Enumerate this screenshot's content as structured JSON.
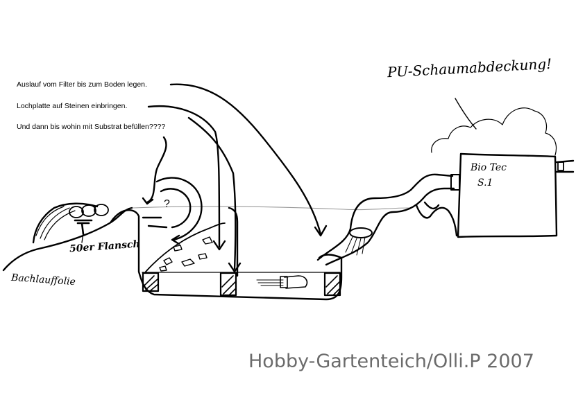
{
  "notes": {
    "outlet": "Auslauf vom Filter bis zum Boden legen.",
    "plate": "Lochplatte auf Steinen einbringen.",
    "substrate": "Und dann bis wohin mit Substrat befüllen????"
  },
  "labels": {
    "foam": "PU-Schaumabdeckung!",
    "biotec_line1": "Bio Tec",
    "biotec_line2": "S.1",
    "flansch": "50er Flansch",
    "foil": "Bachlauffolie",
    "question": "?"
  },
  "credit": "Hobby-Gartenteich/Olli.P 2007",
  "colors": {
    "ink": "#000000",
    "credit_gray": "#6b6b6b",
    "water_gray": "#9a9a9a"
  }
}
